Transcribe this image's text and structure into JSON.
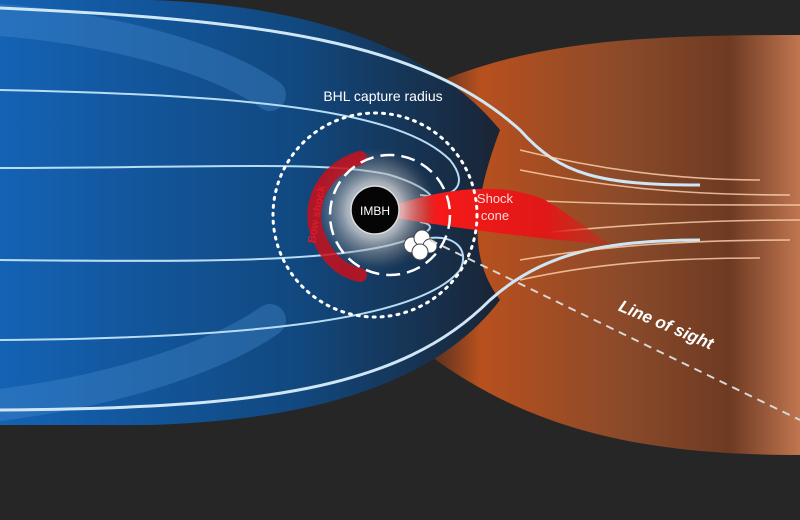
{
  "diagram": {
    "labels": {
      "capture_radius": "BHL capture radius",
      "black_hole": "IMBH",
      "bow_shock": "Bow shock",
      "shock_cone_line1": "Shock",
      "shock_cone_line2": "cone",
      "line_of_sight": "Line of sight"
    },
    "colors": {
      "background": "#262626",
      "inflow_blue": "#1565b8",
      "outflow_orange": "#e0641e",
      "streamline": "#b7dcf5",
      "shock_red": "#e8141e",
      "bow_shock_red": "#c8101c",
      "label_white": "#ffffff"
    }
  }
}
